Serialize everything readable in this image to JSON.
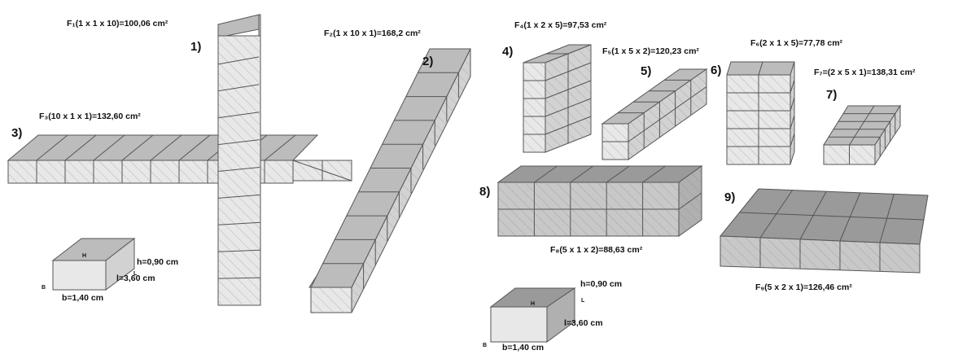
{
  "colors": {
    "front": "#e8e8e8",
    "side": "#d2d2d2",
    "top": "#bcbcbc",
    "edge": "#555555",
    "hatch": "#808080",
    "darkFront": "#c8c8c8",
    "darkTop": "#9a9a9a",
    "darkSide": "#b0b0b0"
  },
  "figure1": {
    "formulas": {
      "f1": "F₁(1 x 1 x 10)=100,06 cm²",
      "f2": "F₂(1 x 10 x 1)=168,2 cm²",
      "f3": "F₃(10 x 1 x 1)=132,60 cm²"
    },
    "numbers": {
      "n1": "1)",
      "n2": "2)",
      "n3": "3)"
    },
    "brick": {
      "h": "h=0,90 cm",
      "l": "l=3,60 cm",
      "b": "b=1,40 cm",
      "H": "H",
      "L": "L",
      "B": "B"
    }
  },
  "figure2": {
    "formulas": {
      "f4": "F₄(1 x 2 x 5)=97,53 cm²",
      "f5": "F₅(1 x 5 x 2)=120,23 cm²",
      "f6": "F₆(2 x 1 x 5)=77,78 cm²",
      "f7": "F₇=(2 x 5 x 1)=138,31 cm²",
      "f8": "F₈(5 x 1 x 2)=88,63 cm²",
      "f9": "F₉(5 x 2 x 1)=126,46 cm²"
    },
    "numbers": {
      "n4": "4)",
      "n5": "5)",
      "n6": "6)",
      "n7": "7)",
      "n8": "8)",
      "n9": "9)"
    },
    "brick": {
      "h": "h=0,90 cm",
      "l": "l=3,60 cm",
      "b": "b=1,40 cm",
      "H": "H",
      "L": "L",
      "B": "B"
    }
  }
}
